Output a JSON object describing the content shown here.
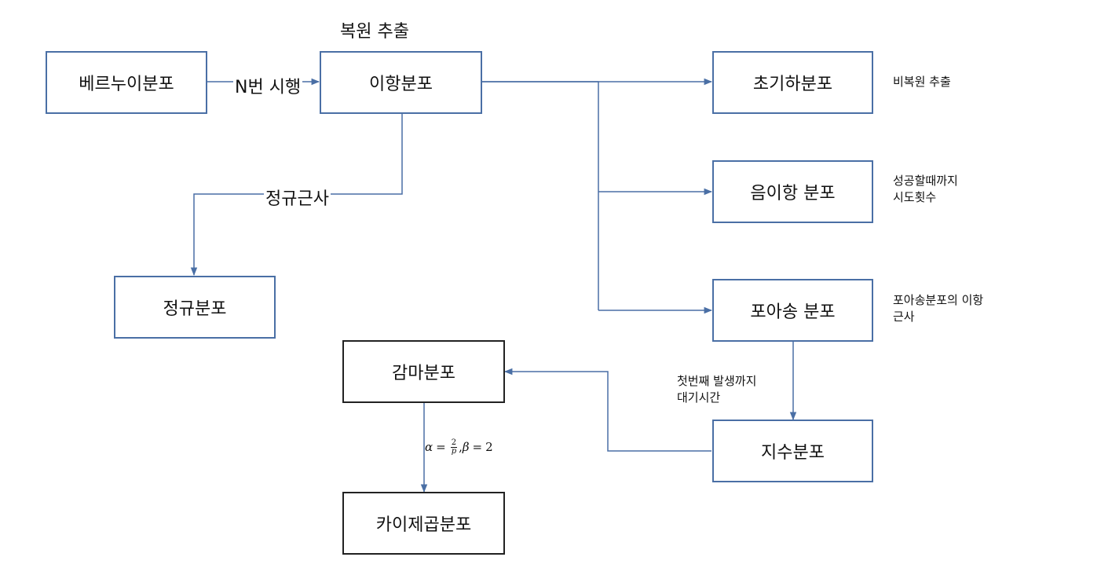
{
  "nodes": {
    "bernoulli": "베르누이분포",
    "binomial": "이항분포",
    "hypergeometric": "초기하분포",
    "negative_binomial": "음이항 분포",
    "poisson": "포아송 분포",
    "normal": "정규분포",
    "gamma": "감마분포",
    "exponential": "지수분포",
    "chi_square": "카이제곱분포"
  },
  "edge_labels": {
    "with_replacement": "복원 추출",
    "n_trials": "N번 시행",
    "normal_approx": "정규근사",
    "without_replacement": "비복원 추출",
    "until_success": [
      "성공할때까지",
      "시도횟수"
    ],
    "poisson_approx": [
      "포아송분포의 이항",
      "근사"
    ],
    "wait_first": [
      "첫번째 발생까지",
      "대기시간"
    ]
  },
  "gamma_params": {
    "alpha_symbol": "α",
    "equals": "=",
    "frac_num": "2",
    "frac_den": "p",
    "separator": ",",
    "beta_symbol": "β",
    "beta_value": "2"
  },
  "colors": {
    "arrow": "#4a6fa5",
    "box_blue": "#4a6fa5",
    "box_black": "#222222"
  }
}
